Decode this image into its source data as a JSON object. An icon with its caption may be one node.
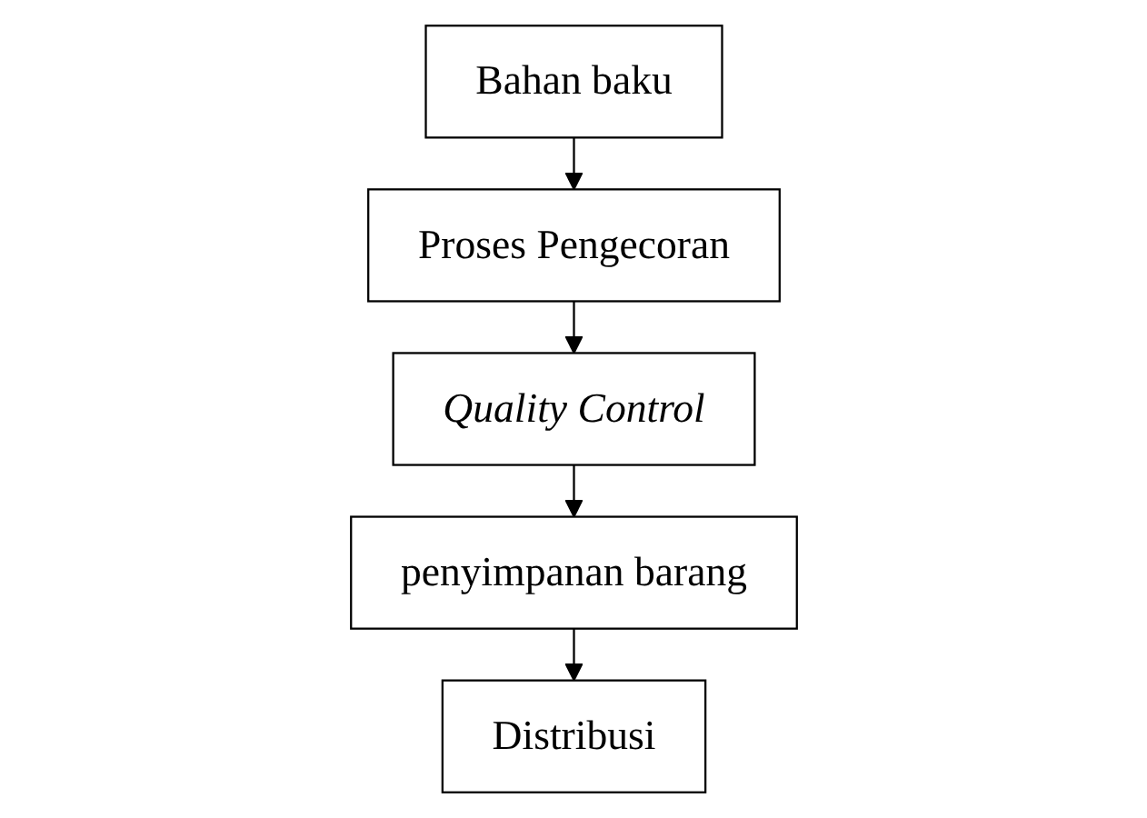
{
  "diagram": {
    "nodes": [
      {
        "text": [
          "Bahan baku"
        ]
      },
      {
        "text": [
          "Proses Pengecoran"
        ]
      },
      {
        "text": [
          "Quality Control"
        ]
      },
      {
        "text": [
          "penyimpanan barang"
        ]
      },
      {
        "text": [
          "Distribusi"
        ]
      }
    ],
    "edges": [
      {
        "from": 0,
        "to": 1,
        "arrow": "to"
      },
      {
        "from": 1,
        "to": 2,
        "arrow": "to"
      },
      {
        "from": 2,
        "to": 3,
        "arrow": "to"
      },
      {
        "from": 3,
        "to": 4,
        "arrow": "to"
      }
    ]
  }
}
